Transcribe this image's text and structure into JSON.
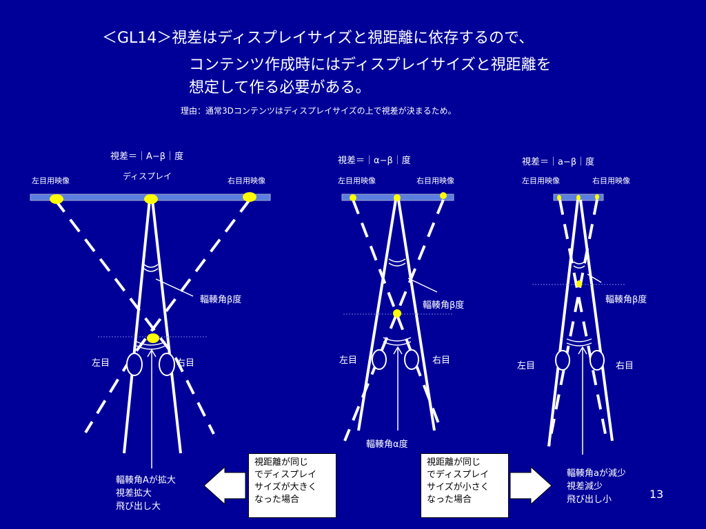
{
  "title": {
    "line1": "＜GL14＞視差はディスプレイサイズと視距離に依存するので、",
    "line2": "コンテンツ作成時にはディスプレイサイズと視距離を",
    "line3": "想定して作る必要がある。"
  },
  "reason": "理由：通常3Dコンテンツはディスプレイサイズの上で視差が決まるため。",
  "colors": {
    "background": "#000099",
    "display_bar": "#5b7fe0",
    "marker": "#ffff00",
    "lines": "#ffffff"
  },
  "panels": [
    {
      "disparity": "視差＝｜A−β｜度",
      "display_label": "ディスプレイ",
      "left_image": "左目用映像",
      "right_image": "右目用映像",
      "convergence": "輻輳角β度",
      "left_eye": "左目",
      "right_eye": "右目"
    },
    {
      "disparity": "視差＝｜α−β｜度",
      "left_image": "左目用映像",
      "right_image": "右目用映像",
      "convergence": "輻輳角β度",
      "convergence_bottom": "輻輳角α度",
      "left_eye": "左目",
      "right_eye": "右目"
    },
    {
      "disparity": "視差＝｜a−β｜度",
      "left_image": "左目用映像",
      "right_image": "右目用映像",
      "convergence": "輻輳角β度",
      "left_eye": "左目",
      "right_eye": "右目"
    }
  ],
  "result_left": [
    "輻輳角Aが拡大",
    "視差拡大",
    "飛び出し大"
  ],
  "result_right": [
    "輻輳角aが減少",
    "視差減少",
    "飛び出し小"
  ],
  "box_left": [
    "視距離が同じ",
    "でディスプレイ",
    "サイズが大きく",
    "なった場合"
  ],
  "box_right": [
    "視距離が同じ",
    "でディスプレイ",
    "サイズが小さく",
    "なった場合"
  ],
  "page_number": "13"
}
